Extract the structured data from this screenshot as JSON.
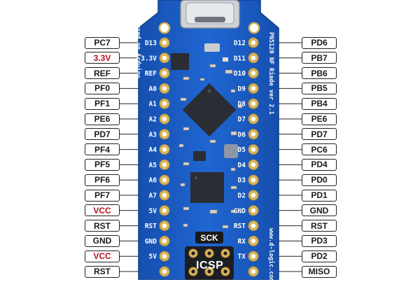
{
  "board": {
    "side_note": "based on Arduino",
    "right_note": "PN5120 NF Riade ver 2.1",
    "site": "www.d-logic.com",
    "icsp_label": "ICSP"
  },
  "left_pins": [
    {
      "board": "D13",
      "port": "PC7",
      "power": false
    },
    {
      "board": "3.3V",
      "port": "3.3V",
      "power": true
    },
    {
      "board": "REF",
      "port": "REF",
      "power": false
    },
    {
      "board": "A0",
      "port": "PF0",
      "power": false
    },
    {
      "board": "A1",
      "port": "PF1",
      "power": false
    },
    {
      "board": "A2",
      "port": "PE6",
      "power": false
    },
    {
      "board": "A3",
      "port": "PD7",
      "power": false
    },
    {
      "board": "A4",
      "port": "PF4",
      "power": false
    },
    {
      "board": "A5",
      "port": "PF5",
      "power": false
    },
    {
      "board": "A6",
      "port": "PF6",
      "power": false
    },
    {
      "board": "A7",
      "port": "PF7",
      "power": false
    },
    {
      "board": "5V",
      "port": "VCC",
      "power": true
    },
    {
      "board": "RST",
      "port": "RST",
      "power": false
    },
    {
      "board": "GND",
      "port": "GND",
      "power": false
    },
    {
      "board": "5V",
      "port": "VCC",
      "power": true
    },
    {
      "board": "",
      "port": "RST",
      "power": false
    }
  ],
  "right_pins": [
    {
      "board": "D12",
      "port": "PD6"
    },
    {
      "board": "D11",
      "port": "PB7"
    },
    {
      "board": "D10",
      "port": "PB6"
    },
    {
      "board": "D9",
      "port": "PB5"
    },
    {
      "board": "D8",
      "port": "PB4"
    },
    {
      "board": "D7",
      "port": "PE6"
    },
    {
      "board": "D6",
      "port": "PD7"
    },
    {
      "board": "D5",
      "port": "PC6"
    },
    {
      "board": "D4",
      "port": "PD4"
    },
    {
      "board": "D3",
      "port": "PD0"
    },
    {
      "board": "D2",
      "port": "PD1"
    },
    {
      "board": "GND",
      "port": "GND"
    },
    {
      "board": "RST",
      "port": "RST"
    },
    {
      "board": "RX",
      "port": "PD3"
    },
    {
      "board": "TX",
      "port": "PD2"
    },
    {
      "board": "",
      "port": "MISO"
    }
  ],
  "icsp_top": "SCK",
  "colors": {
    "board_blue": "#1c5fc8",
    "board_edge": "#124a9e",
    "power_red": "#b3121b",
    "pad_gold": "#d9b45a",
    "chip_dark": "#2a2d33"
  }
}
